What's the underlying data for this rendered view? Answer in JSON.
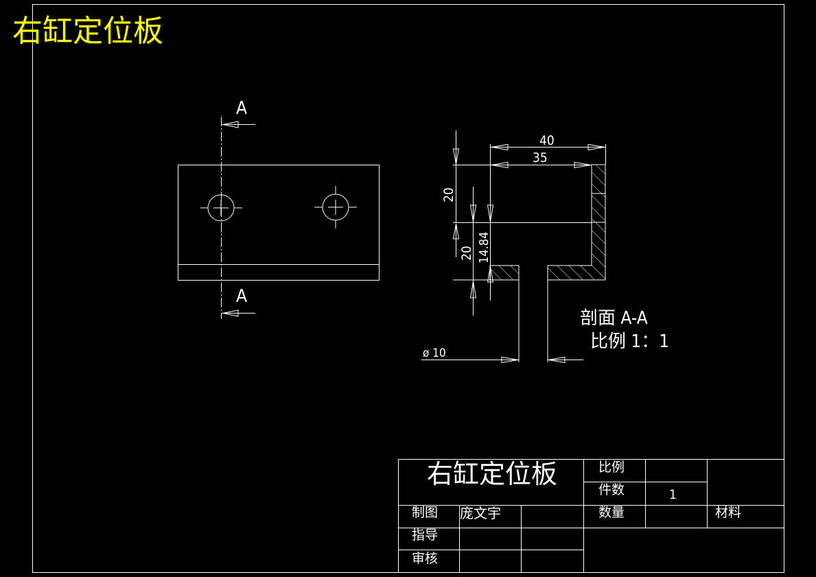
{
  "drawing": {
    "title": "右缸定位板",
    "section_label": "A",
    "section_label_bottom": "A",
    "section_caption": "剖面 A-A",
    "scale_caption": "比例 1：1"
  },
  "dimensions": {
    "width_40": "40",
    "width_35": "35",
    "height_20_top": "20",
    "height_20_bottom": "20",
    "height_14_84": "14.84",
    "hole_diameter": "ø 10"
  },
  "title_block": {
    "part_name": "右缸定位板",
    "scale_label": "比例",
    "scale_value": "",
    "pieces_label": "件数",
    "pieces_value": "1",
    "quantity_label": "数量",
    "quantity_value": "",
    "material_label": "材料",
    "material_value": "",
    "drawn_label": "制图",
    "drawn_value": "庞文宇",
    "guide_label": "指导",
    "guide_value": "",
    "review_label": "审核",
    "review_value": ""
  },
  "colors": {
    "background": "#000000",
    "line": "#ffffff",
    "title": "#ffff00"
  }
}
